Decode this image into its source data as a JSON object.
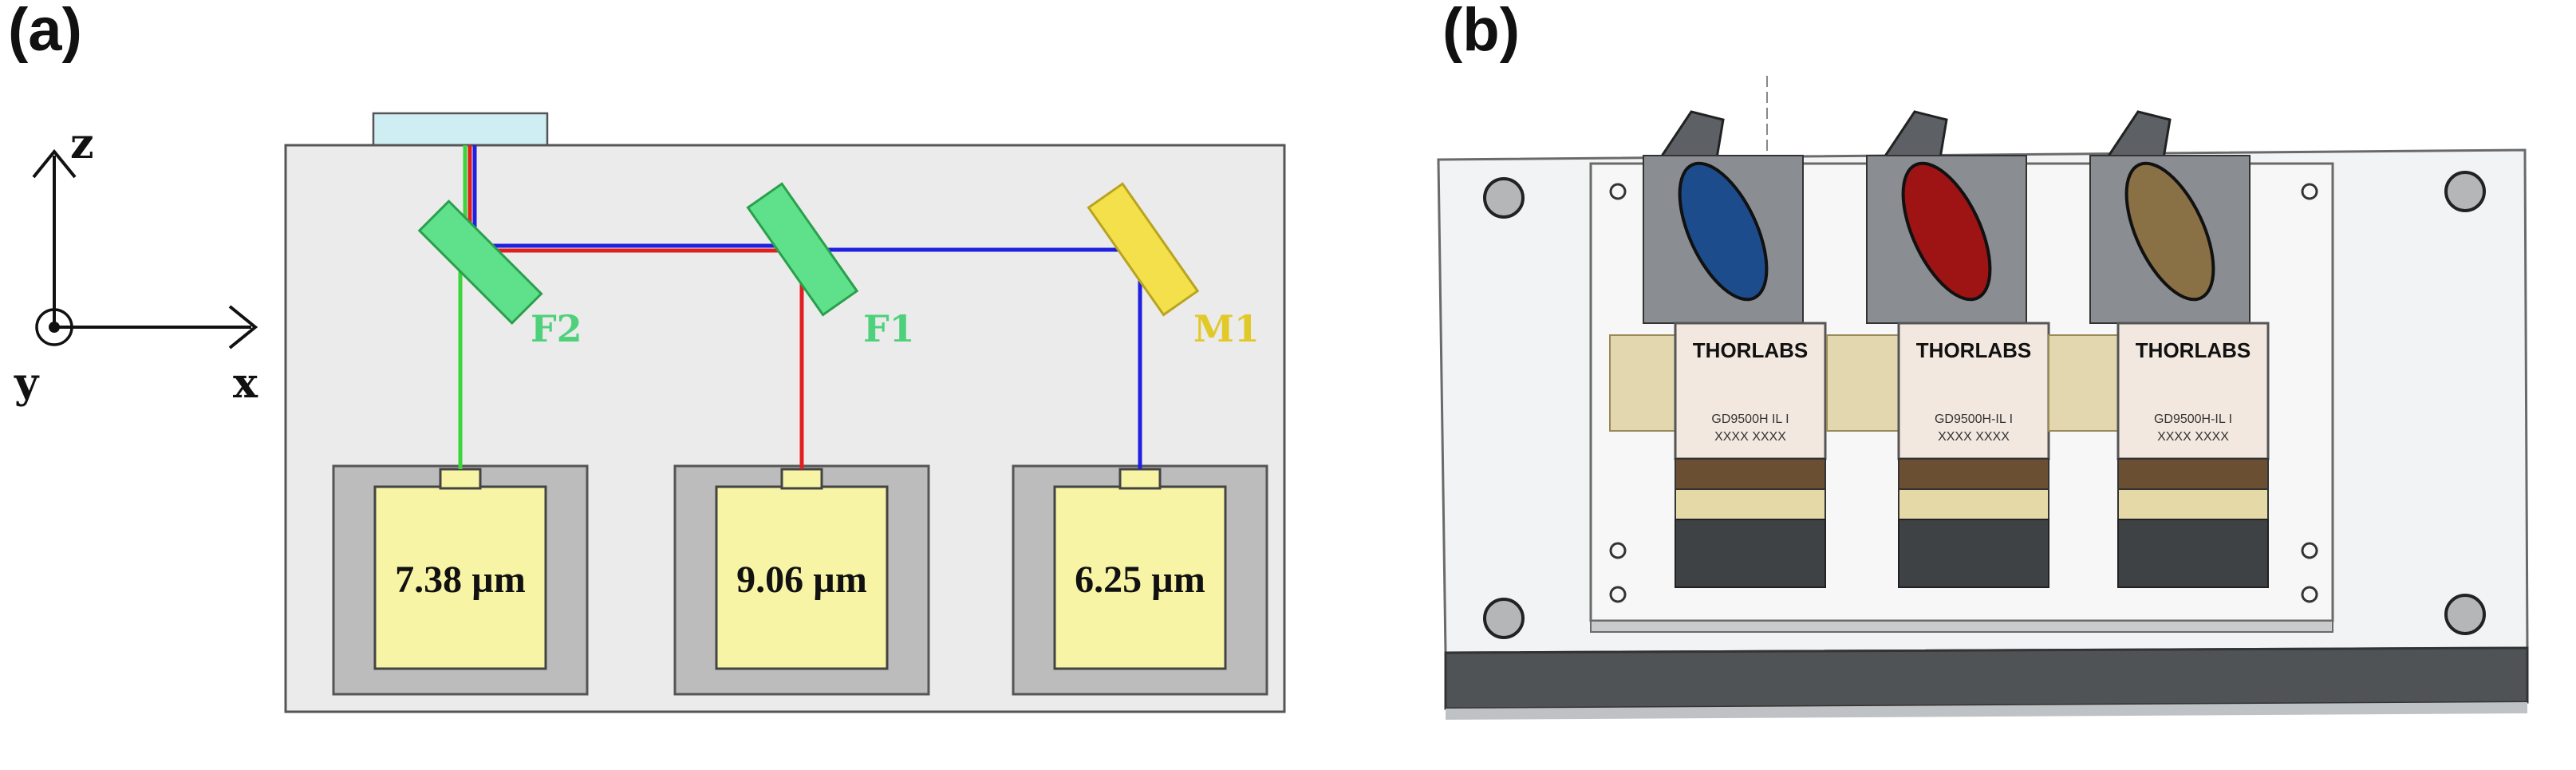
{
  "panels": {
    "a": {
      "label": "(a)"
    },
    "b": {
      "label": "(b)"
    }
  },
  "axes": {
    "z": "z",
    "x": "x",
    "y": "y"
  },
  "optics": {
    "filter2": {
      "label": "F2",
      "color": "#5fe08a"
    },
    "filter1": {
      "label": "F1",
      "color": "#5fe08a"
    },
    "mirror1": {
      "label": "M1",
      "color": "#f4e04a"
    }
  },
  "lasers": [
    {
      "wavelength": "7.38",
      "unit": "µm",
      "beam_color": "#3ad63a"
    },
    {
      "wavelength": "9.06",
      "unit": "µm",
      "beam_color": "#e02020"
    },
    {
      "wavelength": "6.25",
      "unit": "µm",
      "beam_color": "#2020e0"
    }
  ],
  "modules": [
    {
      "brand": "THORLABS",
      "model": "GD9500H IL I",
      "serial": "XXXX XXXX",
      "filter_color": "#1d4c8c"
    },
    {
      "brand": "THORLABS",
      "model": "GD9500H-IL I",
      "serial": "XXXX XXXX",
      "filter_color": "#9e1414"
    },
    {
      "brand": "THORLABS",
      "model": "GD9500H-IL I",
      "serial": "XXXX XXXX",
      "filter_color": "#8a7045"
    }
  ]
}
